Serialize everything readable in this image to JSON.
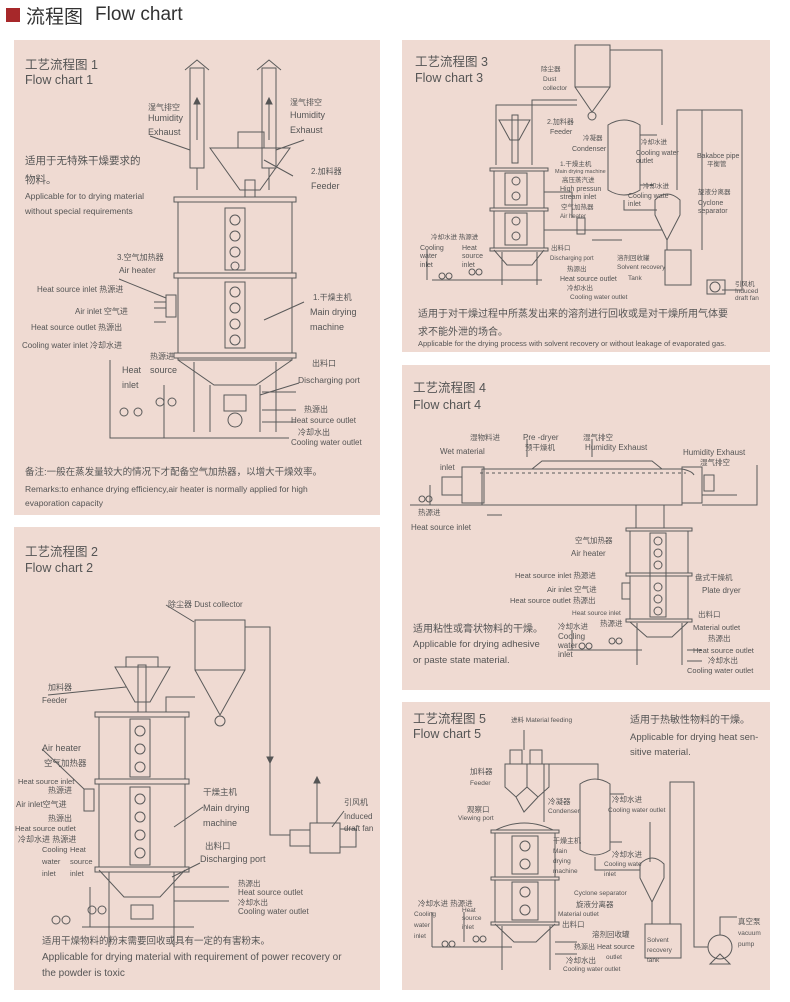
{
  "header": {
    "title_cn": "流程图",
    "title_en": "Flow chart"
  },
  "panels": [
    {
      "title_cn": "工艺流程图 1",
      "title_en": "Flow chart 1",
      "description": [
        "适用于无特殊干燥要求的",
        "物料。",
        "Applicable for to drying material",
        "without special requirements"
      ],
      "remarks": [
        "备注:一般在蒸发量较大的情况下才配备空气加热器，以增大干燥效率。",
        "Remarks:to enhance drying efficiency,air heater is normally applied for high",
        "evaporation capacity"
      ],
      "labels": [
        "湿气排空",
        "Humidity",
        "Exhaust",
        "湿气排空",
        "Humidity",
        "Exhaust",
        "2.加料器",
        "Feeder",
        "3.空气加热器",
        "Air heater",
        "Heat source inlet  热源进",
        "Air inlet  空气进",
        "Heat source outlet  热源出",
        "Cooling water inlet 冷却水进",
        "热源进",
        "Heat",
        "source",
        "inlet",
        "1.干燥主机",
        "Main drying",
        "machine",
        "出料口",
        "Discharging port",
        "热源出",
        "Heat source outlet",
        "冷却水出",
        "Cooling water outlet"
      ]
    },
    {
      "title_cn": "工艺流程图 2",
      "title_en": "Flow chart 2",
      "description": [
        "适用干燥物料的粉末需要回收或具有一定的有害粉末。",
        "Applicable for drying material with requirement of power recovery or",
        "the powder is toxic"
      ],
      "labels": [
        "除尘器  Dust collector",
        "加料器",
        "Feeder",
        "Air heater",
        "空气加热器",
        "Heat source inlet",
        "热源进",
        "Air inlet空气进",
        "热源出",
        "Heat source outlet",
        "冷却水进  热源进",
        "Cooling",
        "water",
        "inlet",
        "Heat",
        "source",
        "inlet",
        "干燥主机",
        "Main drying",
        "machine",
        "引风机",
        "Induced",
        "draft fan",
        "出料口",
        "Discharging port",
        "热源出",
        "Heat source outlet",
        "冷却水出",
        "Cooling water outlet"
      ]
    },
    {
      "title_cn": "工艺流程图 3",
      "title_en": "Flow chart 3",
      "description": [
        "适用于对干燥过程中所蒸发出来的溶剂进行回收或是对干燥所用气体要",
        "求不能外泄的场合。",
        "Applicable for the drying process with solvent recovery or without leakage of evaporated gas."
      ],
      "labels": [
        "除尘器",
        "Dust",
        "collector",
        "2.加料器",
        "Feeder",
        "冷凝器",
        "Condenser",
        "冷却水进",
        "Cooling water",
        "outlet",
        "Bakabce pipe",
        "平衡管",
        "1.干燥主机",
        "Main drying machine",
        "高压蒸汽进",
        "High pressun",
        "stream inlet",
        "冷却水进",
        "Cooling wate",
        "inlet",
        "旋液分离器",
        "Cyclone",
        "separator",
        "空气加热器",
        "Air heater",
        "冷却水进  热源进",
        "Cooling",
        "water",
        "inlet",
        "Heat",
        "source",
        "inlet",
        "出料口",
        "Discharging port",
        "溶剂回收罐",
        "Solvent recovery",
        "Tank",
        "热源出",
        "Heat source outlet",
        "冷却水出",
        "Cooling water outlet",
        "引风机",
        "Induced",
        "draft fan"
      ]
    },
    {
      "title_cn": "工艺流程图 4",
      "title_en": "Flow chart 4",
      "description": [
        "适用粘性或膏状物料的干燥。",
        "Applicable for drying adhesive",
        "or paste state material."
      ],
      "labels": [
        "湿物料进",
        "Wet material",
        "inlet",
        "Pre -dryer",
        "预干燥机",
        "湿气排空",
        "Humidity Exhaust",
        "Humidity Exhaust",
        "湿气排空",
        "热源进",
        "Heat source inlet",
        "空气加热器",
        "Air heater",
        "Heat source inlet  热源进",
        "Air inlet  空气进",
        "Heat source outlet  热源出",
        "盘式干燥机",
        "Plate dryer",
        "Heat source inlet",
        "热源进",
        "冷却水进",
        "Cooling",
        "water",
        "inlet",
        "出料口",
        "Material outlet",
        "热源出",
        "Heat source outlet",
        "冷却水出",
        "Cooling water outlet"
      ]
    },
    {
      "title_cn": "工艺流程图 5",
      "title_en": "Flow chart 5",
      "description": [
        "适用于热敏性物料的干燥。",
        "Applicable for drying heat sen-",
        "sitive material."
      ],
      "labels": [
        "进料  Material feeding",
        "加料器",
        "Feeder",
        "冷凝器",
        "Condenser",
        "冷却水进",
        "Cooling water outlet",
        "观察口",
        "Viewing port",
        "干燥主机",
        "Main",
        "drying",
        "machine",
        "冷却水进",
        "Cooling wate",
        "inlet",
        "Cyclone separator",
        "旋液分离器",
        "冷却水进  热源进",
        "Cooling",
        "water",
        "inlet",
        "Heat",
        "source",
        "inlet",
        "Material outlet",
        "出料口",
        "溶剂回收罐",
        "Solvent",
        "recovery",
        "tank",
        "热源出  Heat source",
        "outlet",
        "冷却水出",
        "Cooling water outlet",
        "真空泵",
        "vacuum",
        "pump"
      ]
    }
  ]
}
